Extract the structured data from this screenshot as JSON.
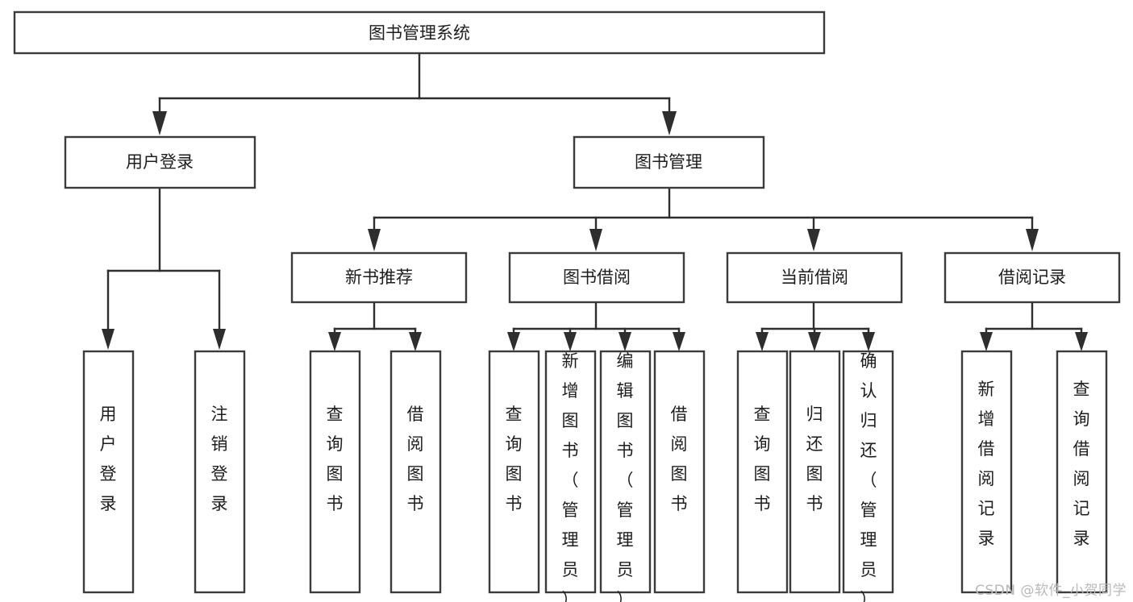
{
  "diagram": {
    "type": "tree-hierarchy",
    "title": "图书管理系统",
    "orientation": "top-down",
    "colors": {
      "box_stroke": "#3b3b3b",
      "box_fill": "#ffffff",
      "connector": "#2e2e2e",
      "text": "#1d1d1d",
      "watermark": "#b9b9b9",
      "background": "#ffffff"
    },
    "levels": 4
  },
  "root": {
    "label": "图书管理系统"
  },
  "level2": [
    {
      "label": "用户登录"
    },
    {
      "label": "图书管理"
    }
  ],
  "level3": [
    {
      "label": "新书推荐"
    },
    {
      "label": "图书借阅"
    },
    {
      "label": "当前借阅"
    },
    {
      "label": "借阅记录"
    }
  ],
  "leaves": {
    "user_login": [
      {
        "label": "用户登录"
      },
      {
        "label": "注销登录"
      }
    ],
    "new_book_recommend": [
      {
        "label": "查询图书"
      },
      {
        "label": "借阅图书"
      }
    ],
    "book_borrow": [
      {
        "label": "查询图书"
      },
      {
        "label": "新增图书（管理员）"
      },
      {
        "label": "编辑图书（管理员）"
      },
      {
        "label": "借阅图书"
      }
    ],
    "current_borrow": [
      {
        "label": "查询图书"
      },
      {
        "label": "归还图书"
      },
      {
        "label": "确认归还（管理员）"
      }
    ],
    "borrow_record": [
      {
        "label": "新增借阅记录"
      },
      {
        "label": "查询借阅记录"
      }
    ]
  },
  "watermark": {
    "text": "CSDN @软件_小贺同学"
  }
}
